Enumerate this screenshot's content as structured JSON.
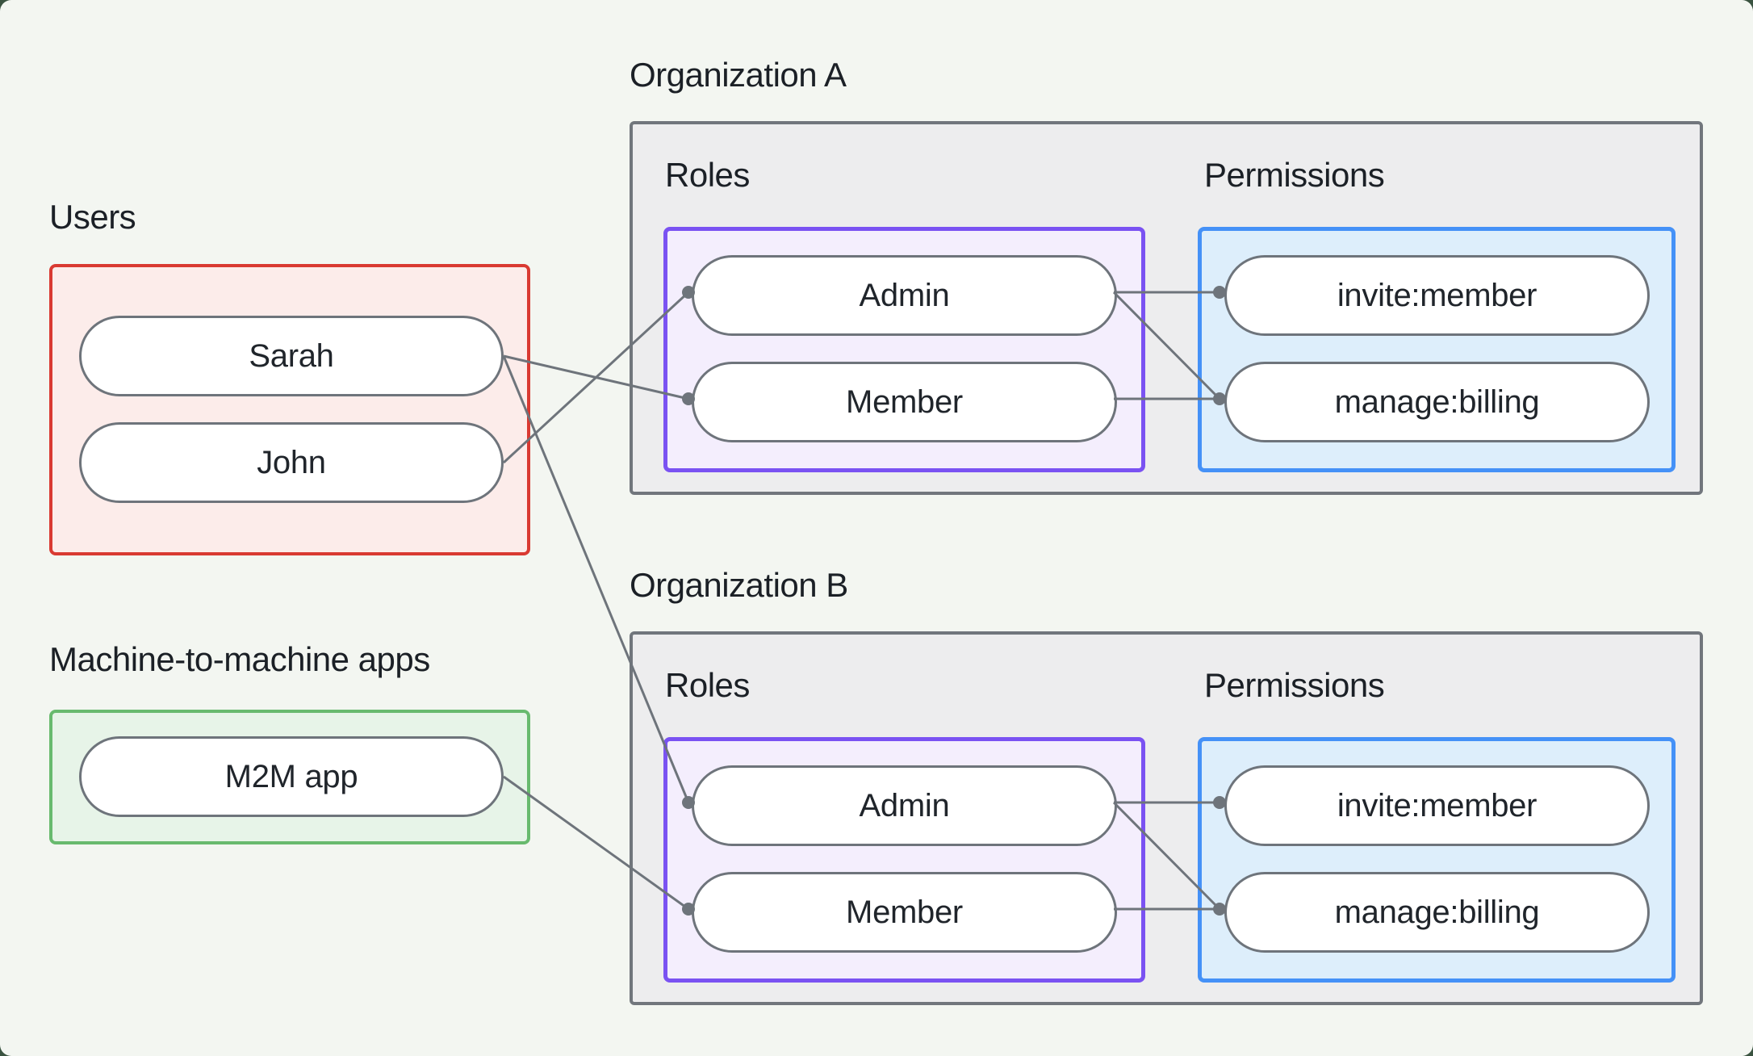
{
  "page": {
    "background_color": "#f3f6f1",
    "outside_corner_color": "#3a5340",
    "line_color": "#6e747b",
    "text_color": "#1b2026"
  },
  "users_group": {
    "label": "Users",
    "border_color": "#d93a32",
    "fill_color": "#fcecea",
    "items": [
      {
        "label": "Sarah"
      },
      {
        "label": "John"
      }
    ]
  },
  "m2m_group": {
    "label": "Machine-to-machine apps",
    "border_color": "#68ba6e",
    "fill_color": "#e7f4e8",
    "items": [
      {
        "label": "M2M app"
      }
    ]
  },
  "organizations": [
    {
      "title": "Organization A",
      "roles_label": "Roles",
      "permissions_label": "Permissions",
      "roles_border_color": "#7a52f2",
      "permissions_border_color": "#4591f7",
      "roles": [
        {
          "label": "Admin"
        },
        {
          "label": "Member"
        }
      ],
      "permissions": [
        {
          "label": "invite:member"
        },
        {
          "label": "manage:billing"
        }
      ]
    },
    {
      "title": "Organization B",
      "roles_label": "Roles",
      "permissions_label": "Permissions",
      "roles_border_color": "#7a52f2",
      "permissions_border_color": "#4591f7",
      "roles": [
        {
          "label": "Admin"
        },
        {
          "label": "Member"
        }
      ],
      "permissions": [
        {
          "label": "invite:member"
        },
        {
          "label": "manage:billing"
        }
      ]
    }
  ],
  "connections": [
    {
      "from": "Sarah",
      "to": "Organization A / Member"
    },
    {
      "from": "John",
      "to": "Organization A / Admin"
    },
    {
      "from": "Sarah",
      "to": "Organization B / Admin"
    },
    {
      "from": "M2M app",
      "to": "Organization B / Member"
    },
    {
      "from": "Organization A / Admin",
      "to": "Organization A / invite:member"
    },
    {
      "from": "Organization A / Admin",
      "to": "Organization A / manage:billing"
    },
    {
      "from": "Organization A / Member",
      "to": "Organization A / manage:billing"
    },
    {
      "from": "Organization B / Admin",
      "to": "Organization B / invite:member"
    },
    {
      "from": "Organization B / Admin",
      "to": "Organization B / manage:billing"
    },
    {
      "from": "Organization B / Member",
      "to": "Organization B / manage:billing"
    }
  ]
}
